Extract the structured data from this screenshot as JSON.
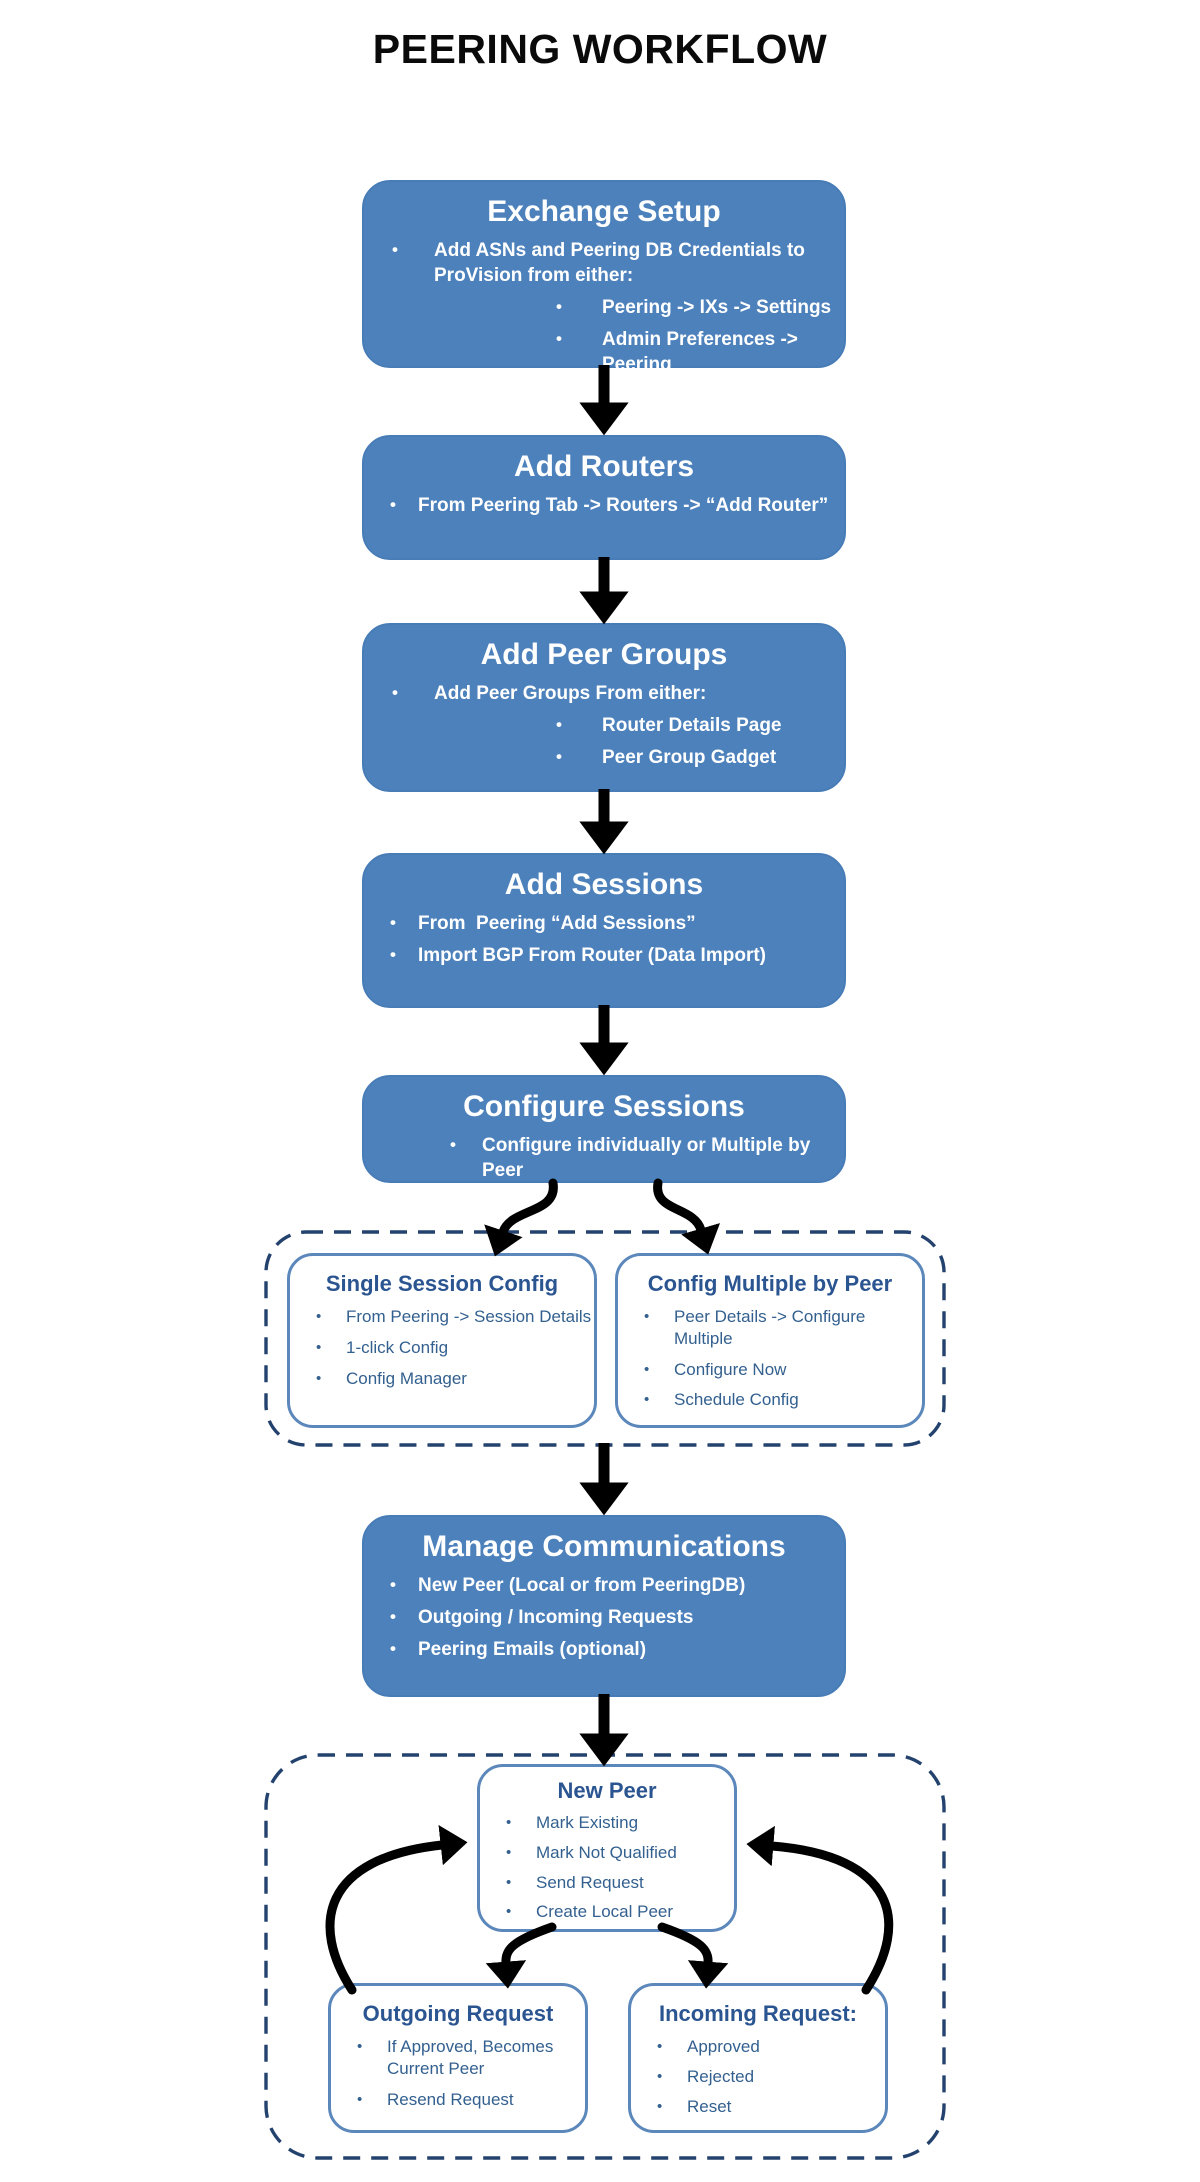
{
  "title": "PEERING WORKFLOW",
  "colors": {
    "node_fill": "#4d81bc",
    "node_text": "#ffffff",
    "sub_node_border": "#5b87bb",
    "sub_node_title": "#2b5591",
    "sub_node_text": "#33608f",
    "dashed_border": "#24426e",
    "arrow": "#000000",
    "page_title": "#0a0a0a",
    "background": "#ffffff"
  },
  "boxes": {
    "exchange_setup": {
      "title": "Exchange Setup",
      "bullets": [
        "Add ASNs and Peering DB Credentials to ProVision from either:",
        "Peering -> IXs -> Settings",
        "Admin Preferences -> Peering"
      ]
    },
    "add_routers": {
      "title": "Add Routers",
      "bullets": [
        "From Peering Tab -> Routers -> “Add Router”"
      ]
    },
    "add_peer_groups": {
      "title": "Add Peer Groups",
      "bullets": [
        "Add Peer Groups From either:",
        "Router Details Page",
        "Peer Group Gadget"
      ]
    },
    "add_sessions": {
      "title": "Add Sessions",
      "bullets": [
        "From  Peering “Add Sessions”",
        "Import BGP From Router (Data Import)"
      ]
    },
    "configure_sessions": {
      "title": "Configure Sessions",
      "bullets": [
        "Configure individually or Multiple by Peer"
      ]
    },
    "single_session_config": {
      "title": "Single Session Config",
      "bullets": [
        "From Peering -> Session Details",
        "1-click Config",
        "Config Manager"
      ]
    },
    "config_multiple_by_peer": {
      "title": "Config Multiple by Peer",
      "bullets": [
        "Peer Details -> Configure Multiple",
        "Configure Now",
        "Schedule Config"
      ]
    },
    "manage_communications": {
      "title": "Manage Communications",
      "bullets": [
        "New Peer (Local or from PeeringDB)",
        "Outgoing / Incoming Requests",
        "Peering Emails (optional)"
      ]
    },
    "new_peer": {
      "title": "New Peer",
      "bullets": [
        "Mark Existing",
        "Mark Not Qualified",
        "Send Request",
        "Create Local Peer"
      ]
    },
    "outgoing_request": {
      "title": "Outgoing Request",
      "bullets": [
        "If Approved, Becomes Current Peer",
        "Resend Request"
      ]
    },
    "incoming_request": {
      "title": "Incoming Request:",
      "bullets": [
        "Approved",
        "Rejected",
        "Reset"
      ]
    }
  }
}
